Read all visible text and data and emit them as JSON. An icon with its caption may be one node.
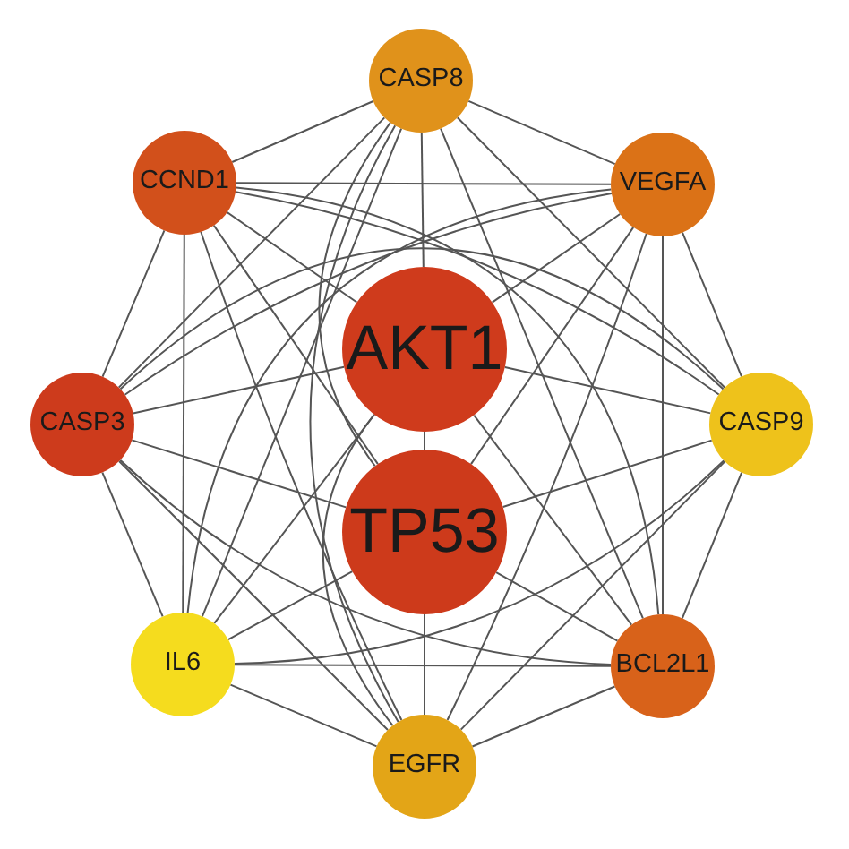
{
  "diagram": {
    "nodes": [
      {
        "text": [
          "CASP8"
        ]
      },
      {
        "text": [
          "CCND1"
        ]
      },
      {
        "text": [
          "VEGFA"
        ]
      },
      {
        "text": [
          "AKT1"
        ]
      },
      {
        "text": [
          "CASP3"
        ]
      },
      {
        "text": [
          "CASP9"
        ]
      },
      {
        "text": [
          "TP53"
        ]
      },
      {
        "text": [
          "IL6"
        ]
      },
      {
        "text": [
          "BCL2L1"
        ]
      },
      {
        "text": [
          "EGFR"
        ]
      }
    ],
    "edges": [
      {
        "from": 0,
        "to": 1,
        "arrow": "none"
      },
      {
        "from": 0,
        "to": 2,
        "arrow": "none"
      },
      {
        "from": 0,
        "to": 3,
        "arrow": "none"
      },
      {
        "from": 0,
        "to": 4,
        "arrow": "none"
      },
      {
        "from": 0,
        "to": 5,
        "arrow": "none"
      },
      {
        "from": 0,
        "to": 6,
        "arrow": "none"
      },
      {
        "from": 0,
        "to": 7,
        "arrow": "none"
      },
      {
        "from": 0,
        "to": 8,
        "arrow": "none"
      },
      {
        "from": 0,
        "to": 9,
        "arrow": "none"
      },
      {
        "from": 1,
        "to": 2,
        "arrow": "none"
      },
      {
        "from": 1,
        "to": 3,
        "arrow": "none"
      },
      {
        "from": 1,
        "to": 4,
        "arrow": "none"
      },
      {
        "from": 1,
        "to": 5,
        "arrow": "none"
      },
      {
        "from": 1,
        "to": 6,
        "arrow": "none"
      },
      {
        "from": 1,
        "to": 7,
        "arrow": "none"
      },
      {
        "from": 1,
        "to": 8,
        "arrow": "none"
      },
      {
        "from": 1,
        "to": 9,
        "arrow": "none"
      },
      {
        "from": 2,
        "to": 3,
        "arrow": "none"
      },
      {
        "from": 2,
        "to": 4,
        "arrow": "none"
      },
      {
        "from": 2,
        "to": 5,
        "arrow": "none"
      },
      {
        "from": 2,
        "to": 6,
        "arrow": "none"
      },
      {
        "from": 2,
        "to": 7,
        "arrow": "none"
      },
      {
        "from": 2,
        "to": 8,
        "arrow": "none"
      },
      {
        "from": 2,
        "to": 9,
        "arrow": "none"
      },
      {
        "from": 3,
        "to": 4,
        "arrow": "none"
      },
      {
        "from": 3,
        "to": 5,
        "arrow": "none"
      },
      {
        "from": 3,
        "to": 6,
        "arrow": "none"
      },
      {
        "from": 3,
        "to": 7,
        "arrow": "none"
      },
      {
        "from": 3,
        "to": 8,
        "arrow": "none"
      },
      {
        "from": 3,
        "to": 9,
        "arrow": "none"
      },
      {
        "from": 4,
        "to": 5,
        "arrow": "none"
      },
      {
        "from": 4,
        "to": 6,
        "arrow": "none"
      },
      {
        "from": 4,
        "to": 7,
        "arrow": "none"
      },
      {
        "from": 4,
        "to": 8,
        "arrow": "none"
      },
      {
        "from": 4,
        "to": 9,
        "arrow": "none"
      },
      {
        "from": 5,
        "to": 6,
        "arrow": "none"
      },
      {
        "from": 5,
        "to": 7,
        "arrow": "none"
      },
      {
        "from": 5,
        "to": 8,
        "arrow": "none"
      },
      {
        "from": 5,
        "to": 9,
        "arrow": "none"
      },
      {
        "from": 6,
        "to": 7,
        "arrow": "none"
      },
      {
        "from": 6,
        "to": 8,
        "arrow": "none"
      },
      {
        "from": 6,
        "to": 9,
        "arrow": "none"
      },
      {
        "from": 7,
        "to": 8,
        "arrow": "none"
      },
      {
        "from": 7,
        "to": 9,
        "arrow": "none"
      },
      {
        "from": 8,
        "to": 9,
        "arrow": "none"
      }
    ]
  }
}
